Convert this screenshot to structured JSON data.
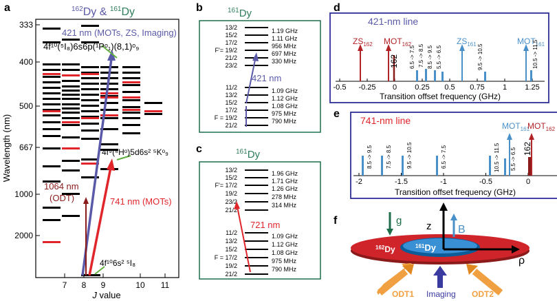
{
  "panel_labels": {
    "a": "a",
    "b": "b",
    "c": "c",
    "d": "d",
    "e": "e",
    "f": "f"
  },
  "panel_a": {
    "title_sup1": "162",
    "title_dy1": "Dy & ",
    "title_sup2": "161",
    "title_dy2": "Dy",
    "ylabel": "Wavelength (nm)",
    "xlabel_j": "J",
    "xlabel_rest": " value",
    "y_ticks": [
      "333",
      "400",
      "500",
      "667",
      "1000",
      "2000"
    ],
    "x_ticks": [
      "7",
      "8",
      "9",
      "10",
      "11"
    ],
    "annot_421": "421 nm (MOTs, ZS, Imaging)",
    "state_upper": "4f¹⁰(⁵I₈)6s6p(¹Pᵒ₁)(8,1)ᵒ₉",
    "state_mid": "4f⁹(⁶Hᵒ)5d6s² ⁵Kᵒ₉",
    "state_ground": "4f¹⁰6s² ⁵I₈",
    "annot_1064_line1": "1064 nm",
    "annot_1064_line2": "(ODT)",
    "annot_741": "741 nm (MOTs)",
    "colors": {
      "blue": "#5a5aa8",
      "red": "#e0252b",
      "darkred": "#8b1a1a",
      "green": "#60b040"
    }
  },
  "panel_b": {
    "title_sup": "161",
    "title_dy": "Dy",
    "upper_levels": [
      "13/2",
      "15/2",
      "17/2",
      "F′= 19/2",
      "21/2",
      "23/2"
    ],
    "upper_freqs": [
      "1.19 GHz",
      "1.11 GHz",
      "956 MHz",
      "697 MHz",
      "330 MHz"
    ],
    "lower_levels": [
      "11/2",
      "13/2",
      "15/2",
      "17/2",
      "F = 19/2",
      "21/2"
    ],
    "lower_freqs": [
      "1.09 GHz",
      "1.12 GHz",
      "1.08 GHz",
      "975 MHz",
      "790 MHz"
    ],
    "transition": "421 nm"
  },
  "panel_c": {
    "title_sup": "161",
    "title_dy": "Dy",
    "upper_levels": [
      "13/2",
      "15/2",
      "F′= 17/2",
      "19/2",
      "23/2",
      "21/2"
    ],
    "upper_freqs": [
      "1.96 GHz",
      "1.71 GHz",
      "1.26 GHz",
      "278 MHz",
      "314 MHz"
    ],
    "lower_levels": [
      "11/2",
      "13/2",
      "15/2",
      "F = 17/2",
      "19/2",
      "21/2"
    ],
    "lower_freqs": [
      "1.09 GHz",
      "1.12 GHz",
      "1.08 GHz",
      "975 MHz",
      "790 MHz"
    ],
    "transition": "721 nm"
  },
  "panel_d": {
    "title": "421-nm line",
    "xlabel": "Transition offset frequency (GHz)",
    "x_ticks": [
      "-0.5",
      "-0.25",
      "0",
      "0.25",
      "0.5",
      "0.75",
      "1",
      "1.25"
    ],
    "labels": {
      "zs162": "ZS",
      "zs162_sub": "162",
      "mot162": "MOT",
      "mot162_sub": "162",
      "mid162": "162",
      "zs161": "ZS",
      "zs161_sub": "161",
      "mot161": "MOT",
      "mot161_sub": "161"
    },
    "line_labels": [
      "6.5 -> 7.5",
      "7.5 -> 8.5",
      "8.5 -> 9.5",
      "5.5 -> 6.5",
      "9.5 -> 10.5",
      "10.5 -> 11.5"
    ]
  },
  "panel_e": {
    "title": "741-nm line",
    "xlabel": "Transition offset frequency (GHz)",
    "x_ticks": [
      "-2",
      "-1.5",
      "-1",
      "-0.5",
      "0"
    ],
    "labels": {
      "mot161": "MOT",
      "mot161_sub": "161",
      "mot162": "MOT",
      "mot162_sub": "162",
      "mid162": "162"
    },
    "line_labels": [
      "8.5 -> 9.5",
      "7.5 -> 8.5",
      "9.5 -> 10.5",
      "6.5 -> 7.5",
      "10.5 -> 11.5",
      "5.5 -> 6.5"
    ]
  },
  "panel_f": {
    "g": "g",
    "z": "z",
    "B": "B",
    "rho": "ρ",
    "outer_sup": "162",
    "outer_dy": "Dy",
    "inner_sup": "161",
    "inner_dy": "Dy",
    "odt1": "ODT1",
    "odt2": "ODT2",
    "imaging": "Imaging"
  }
}
